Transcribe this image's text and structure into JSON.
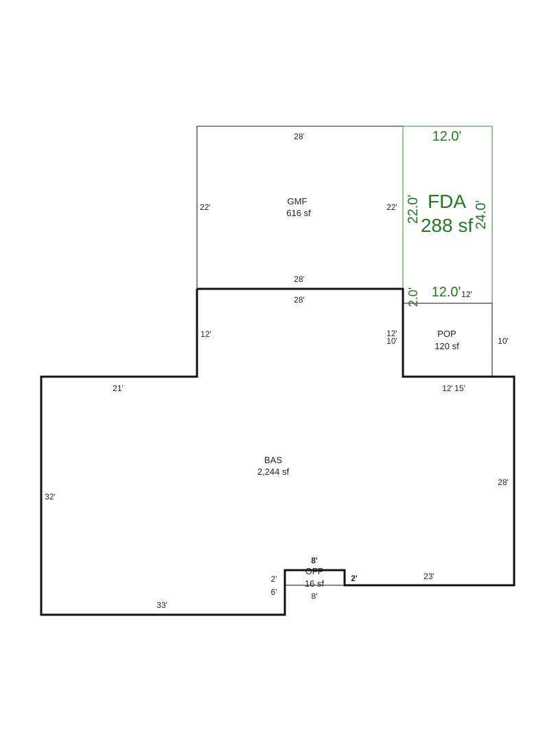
{
  "areas": {
    "gmf": {
      "name": "GMF",
      "size": "616 sf"
    },
    "fda": {
      "name": "FDA",
      "size": "288 sf",
      "color": "#1e7b1e"
    },
    "pop": {
      "name": "POP",
      "size": "120 sf"
    },
    "bas": {
      "name": "BAS",
      "size": "2,244 sf"
    },
    "ofp": {
      "name": "OFP",
      "size": "16 sf"
    }
  },
  "dimensions": {
    "gmf_top": "28'",
    "gmf_left": "22'",
    "gmf_right": "22'",
    "gmf_bottom": "28'",
    "fda_top": "12.0'",
    "fda_left": "22.0'",
    "fda_right": "24.0'",
    "fda_bottom": "12.0'",
    "fda_small_left": "2.0'",
    "fda_small_bottom": "12'",
    "bas_top": "28'",
    "bas_upper_left": "12'",
    "bas_upper_right_a": "12'",
    "bas_upper_right_b": "10'",
    "pop_right": "10'",
    "pop_bottom_a": "12'",
    "pop_bottom_b": "15'",
    "bas_left_top": "21'",
    "bas_left": "32'",
    "bas_right": "28'",
    "bas_bottom_right": "23'",
    "bas_bottom_left": "33'",
    "ofp_top": "8'",
    "ofp_bottom": "8'",
    "ofp_left_a": "2'",
    "ofp_left_b": "6'",
    "ofp_right": "2'"
  }
}
